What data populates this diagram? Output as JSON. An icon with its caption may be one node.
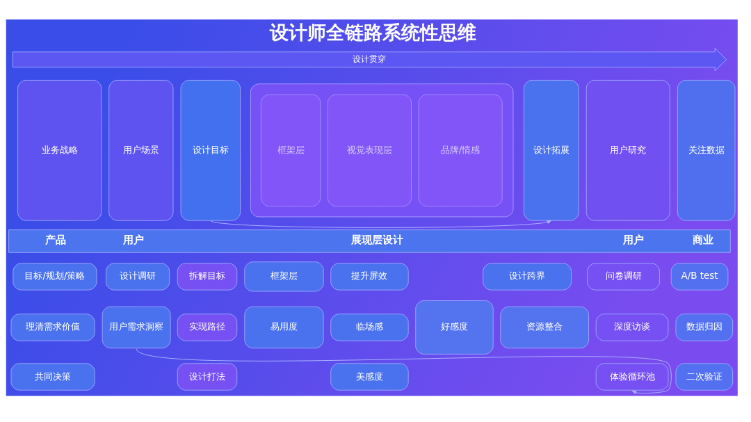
{
  "diagram": {
    "title": "设计师全链路系统性思维",
    "nodes": [
      {
        "text": [
          "设计贯穿"
        ]
      },
      {
        "text": [
          "业务战略"
        ]
      },
      {
        "text": [
          "用户场景"
        ]
      },
      {
        "text": [
          "设计目标"
        ]
      },
      {
        "text": [],
        "shape": "box"
      },
      {
        "text": [
          "框架层"
        ],
        "in": 4
      },
      {
        "text": [
          "视觉表现层"
        ],
        "in": 4
      },
      {
        "text": [
          "品牌/情感"
        ],
        "in": 4
      },
      {
        "text": [
          "设计拓展"
        ]
      },
      {
        "text": [
          "用户研究"
        ]
      },
      {
        "text": [
          "关注数据"
        ]
      },
      {
        "text": [
          "产品",
          "用户",
          "展现层设计",
          "用户",
          "商业"
        ]
      },
      {
        "text": [
          "目标/规划/策略"
        ]
      },
      {
        "text": [
          "理清需求价值"
        ]
      },
      {
        "text": [
          "共同决策"
        ]
      },
      {
        "text": [
          "设计调研"
        ]
      },
      {
        "text": [
          "用户需求洞察"
        ]
      },
      {
        "text": [
          "拆解目标"
        ]
      },
      {
        "text": [
          "实现路径"
        ]
      },
      {
        "text": [
          "设计打法"
        ]
      },
      {
        "text": [
          "框架层"
        ]
      },
      {
        "text": [
          "易用度"
        ]
      },
      {
        "text": [
          "提升屏效"
        ]
      },
      {
        "text": [
          "临场感"
        ]
      },
      {
        "text": [
          "美感度"
        ]
      },
      {
        "text": [
          "好感度"
        ]
      },
      {
        "text": [
          "设计跨界"
        ]
      },
      {
        "text": [
          "资源整合"
        ]
      },
      {
        "text": [
          "问卷调研"
        ]
      },
      {
        "text": [
          "深度访谈"
        ]
      },
      {
        "text": [
          "体验循环池"
        ]
      },
      {
        "text": [
          "A/B test"
        ]
      },
      {
        "text": [
          "数据归因"
        ]
      },
      {
        "text": [
          "二次验证"
        ]
      }
    ],
    "edges": [
      {
        "from": 3,
        "to": 8,
        "arrow": "to"
      },
      {
        "from": 16,
        "to": 30,
        "arrow": "to"
      }
    ]
  }
}
